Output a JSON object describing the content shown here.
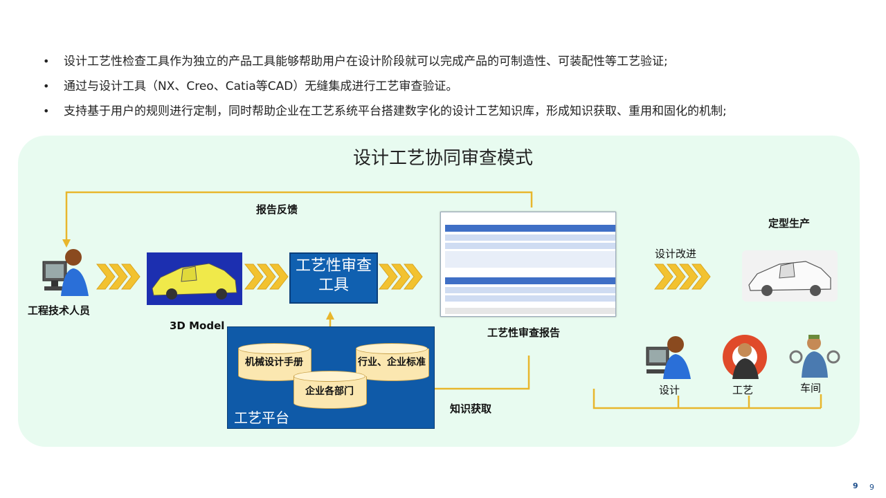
{
  "bullets": [
    "设计工艺性检查工具作为独立的产品工具能够帮助用户在设计阶段就可以完成产品的可制造性、可装配性等工艺验证;",
    "通过与设计工具（NX、Creo、Catia等CAD）无缝集成进行工艺审查验证。",
    "支持基于用户的规则进行定制，同时帮助企业在工艺系统平台搭建数字化的设计工艺知识库，形成知识获取、重用和固化的机制;"
  ],
  "diagram": {
    "title": "设计工艺协同审查模式",
    "feedback_label": "报告反馈",
    "engineer_label": "工程技术人员",
    "model_label": "3D Model",
    "tool_label": "工艺性审查工具",
    "report_label": "工艺性审查报告",
    "improve_label": "设计改进",
    "production_label": "定型生产",
    "knowledge_label": "知识获取",
    "platform_label": "工艺平台",
    "db_mech": "机械设计手册",
    "db_std": "行业、企业标准",
    "db_dept": "企业各部门",
    "role_design": "设计",
    "role_process": "工艺",
    "role_shop": "车间"
  },
  "colors": {
    "panel": "#e8fbf0",
    "blue": "#1060b0",
    "arrow": "#f2c230",
    "line": "#e8b62c"
  },
  "page_numbers": [
    "9",
    "9"
  ]
}
